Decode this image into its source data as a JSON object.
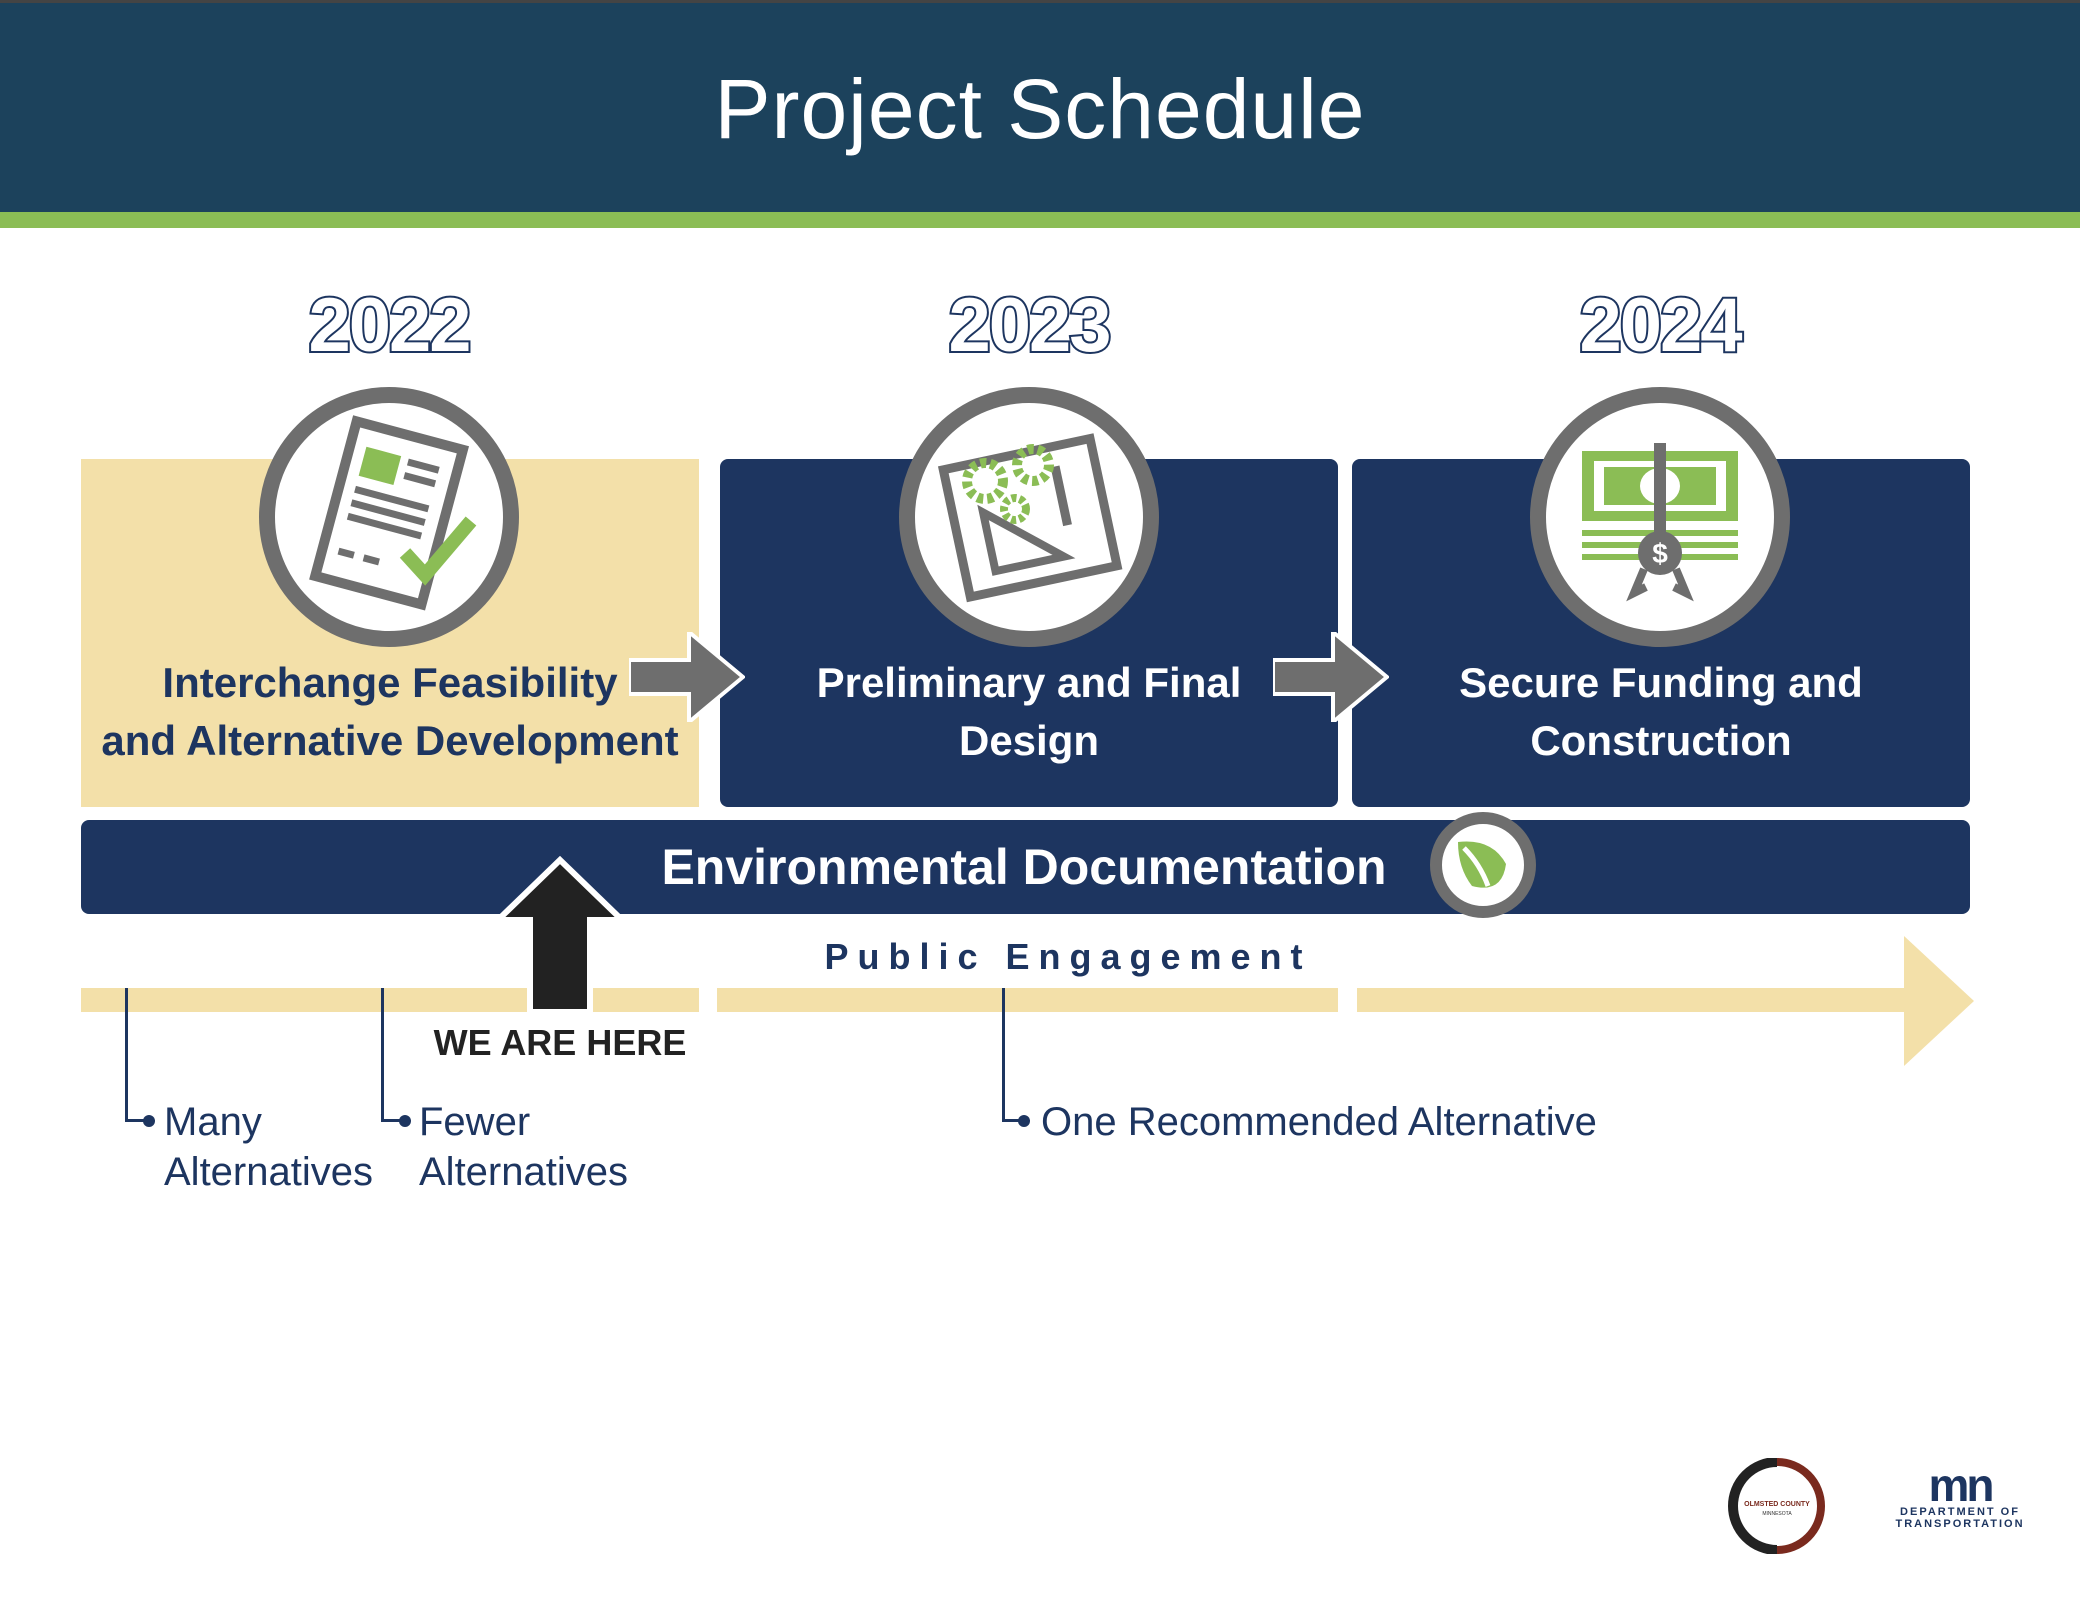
{
  "header": {
    "title": "Project Schedule"
  },
  "years": [
    "2022",
    "2023",
    "2024"
  ],
  "phases": [
    {
      "label_line1": "Interchange Feasibility",
      "label_line2": "and Alternative Development",
      "icon": "document-check-icon",
      "status": "current"
    },
    {
      "label_line1": "Preliminary and Final",
      "label_line2": "Design",
      "icon": "design-blueprint-icon",
      "status": "upcoming"
    },
    {
      "label_line1": "Secure Funding and",
      "label_line2": "Construction",
      "icon": "money-certificate-icon",
      "status": "upcoming"
    }
  ],
  "environmental": {
    "label": "Environmental Documentation",
    "icon": "leaf-icon"
  },
  "engagement": {
    "label": "Public Engagement"
  },
  "marker": {
    "label": "WE ARE HERE"
  },
  "milestones": [
    {
      "line1": "Many",
      "line2": "Alternatives"
    },
    {
      "line1": "Fewer",
      "line2": "Alternatives"
    },
    {
      "line1": "One Recommended Alternative",
      "line2": ""
    }
  ],
  "logos": {
    "olmsted_line1": "OLMSTED COUNTY",
    "olmsted_line2": "MINNESOTA",
    "mndot_mark": "mn",
    "mndot_line1": "DEPARTMENT OF",
    "mndot_line2": "TRANSPORTATION"
  },
  "colors": {
    "navy": "#1d3560",
    "header": "#1c425c",
    "green": "#8bbd55",
    "tan": "#f3e0a9",
    "gray": "#6e6e6e"
  }
}
